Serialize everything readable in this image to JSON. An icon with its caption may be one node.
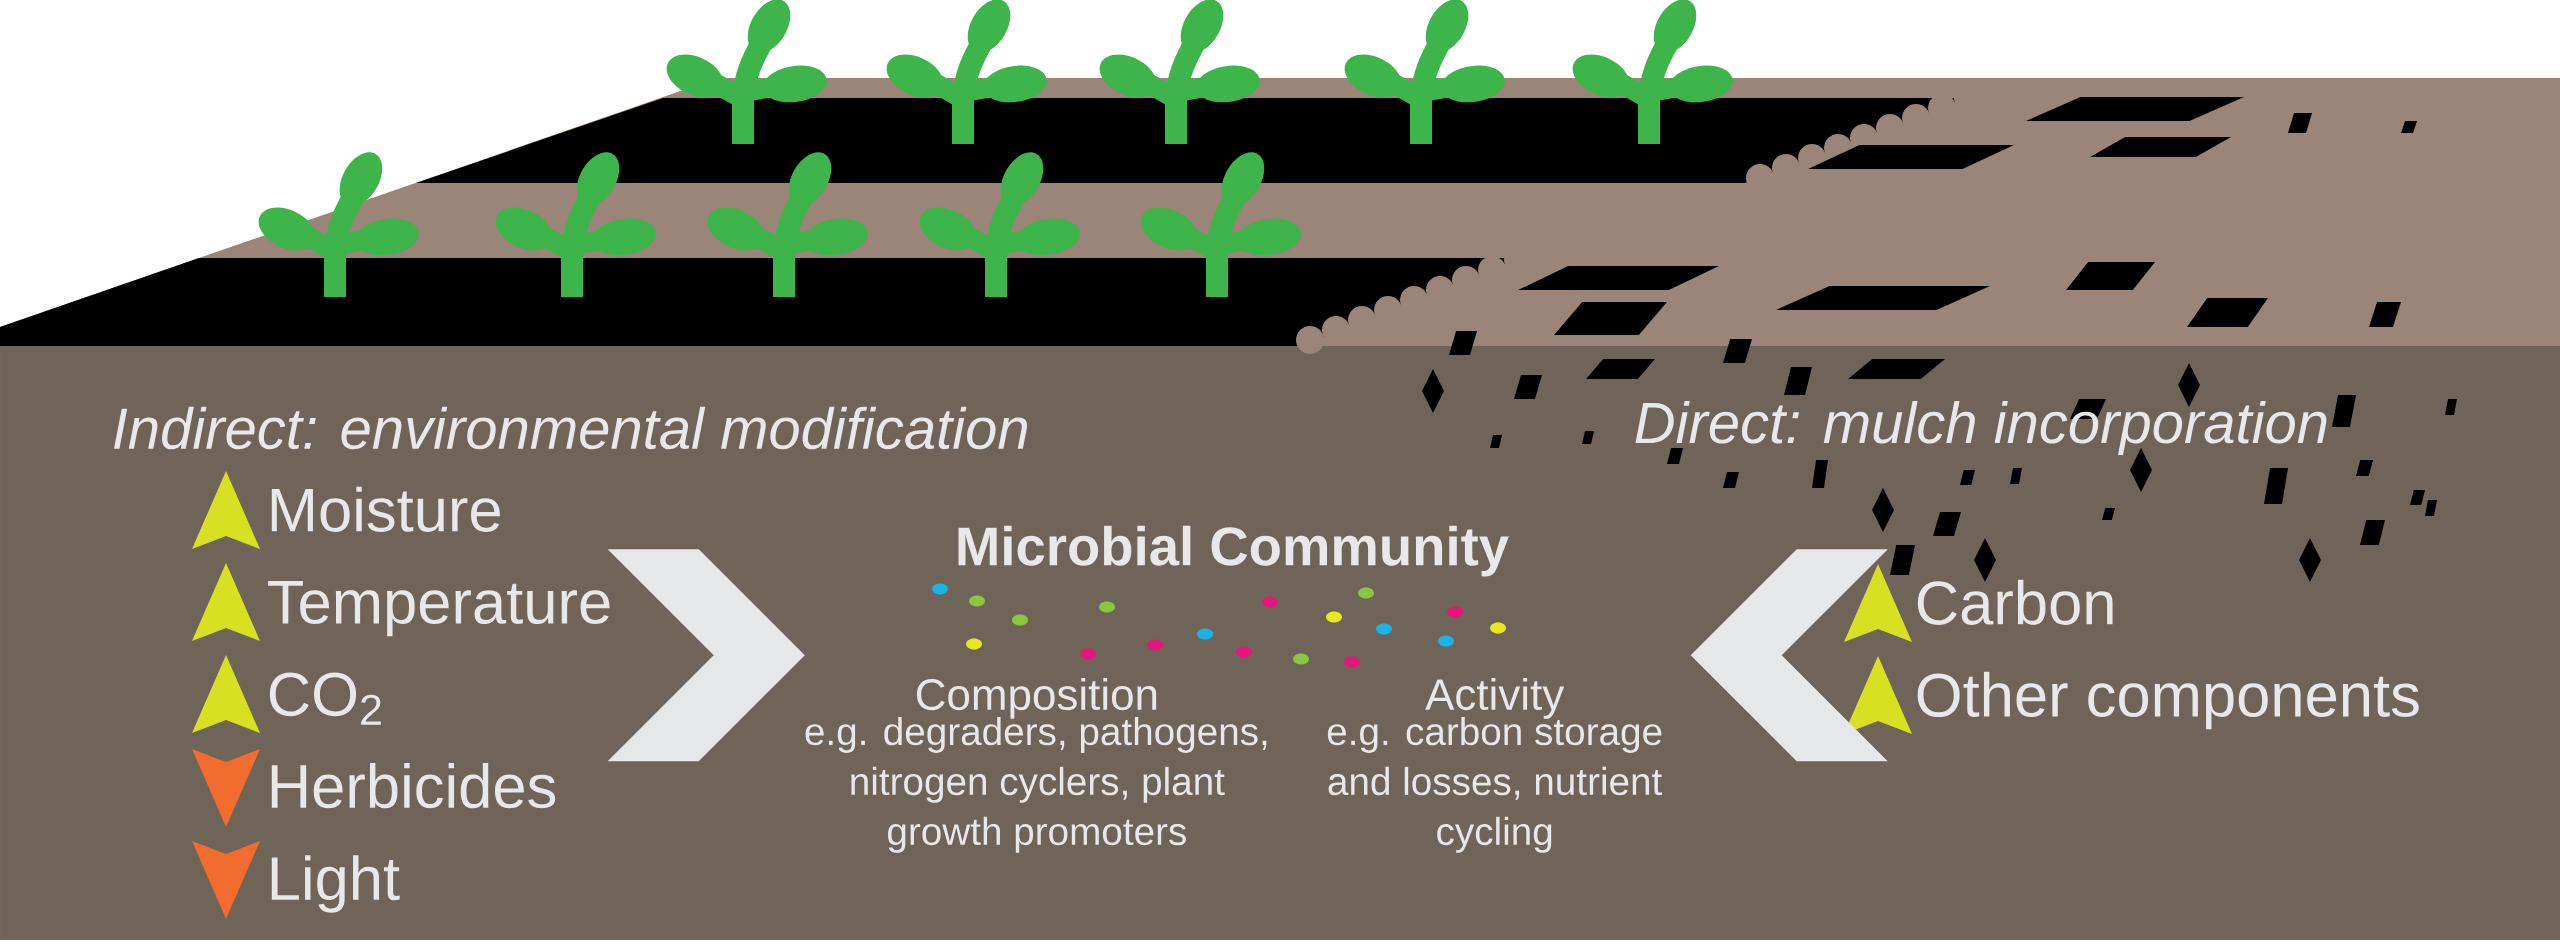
{
  "diagram": {
    "nodes": [
      {
        "text": [
          "Moisture",
          "Temperature",
          "CO$_{2}$",
          "Herbicides",
          "Light"
        ],
        "beside": [
          "Indirect: environmental modification"
        ]
      },
      {
        "text": [
          "Microbial Community",
          "Composition",
          "e.g. degraders, pathogens, nitrogen cyclers, plant growth promoters",
          "Activity",
          "e.g. carbon storage and losses, nutrient cycling"
        ]
      },
      {
        "text": [
          "Carbon",
          "Other components"
        ],
        "beside": [
          "Direct: mulch incorporation"
        ]
      }
    ],
    "edges": [
      {
        "from": 0,
        "to": 1,
        "arrow": "to"
      },
      {
        "from": 2,
        "to": 1,
        "arrow": "to"
      }
    ]
  }
}
